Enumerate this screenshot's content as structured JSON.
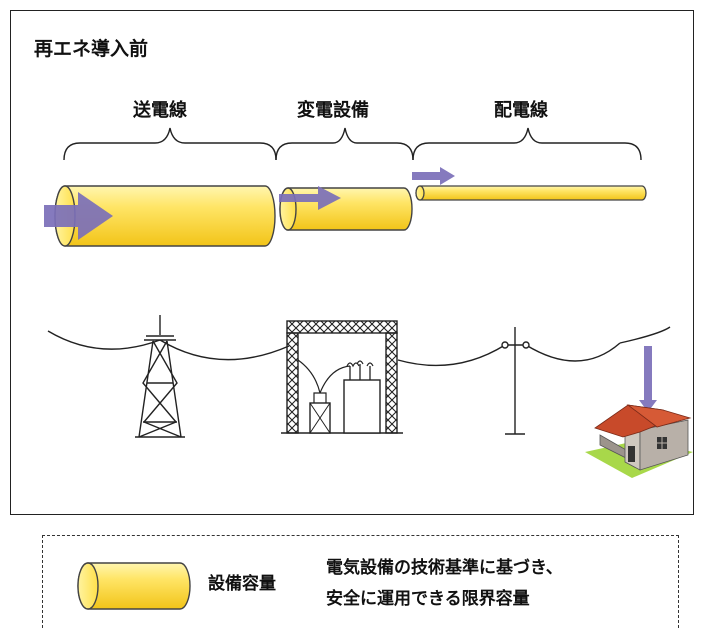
{
  "title": "再エネ導入前",
  "segments": {
    "transmission": "送電線",
    "substation": "変電設備",
    "distribution": "配電線"
  },
  "legend": {
    "term": "設備容量",
    "description_line1": "電気設備の技術基準に基づき、",
    "description_line2": "安全に運用できる限界容量"
  },
  "colors": {
    "cylinder_fill": "#ffe066",
    "cylinder_highlight": "#fff8c0",
    "arrow": "#7b6fb8",
    "roof": "#c84a2a",
    "wall": "#b8b0a8",
    "grass": "#a8d84a"
  }
}
